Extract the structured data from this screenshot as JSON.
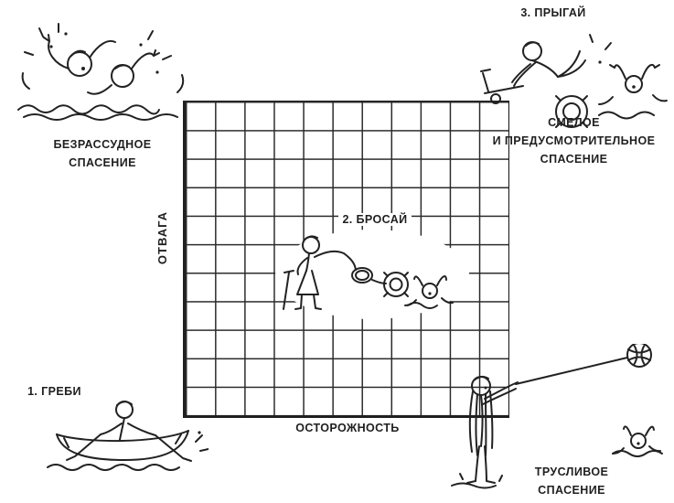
{
  "canvas": {
    "background": "#ffffff",
    "ink": "#1f1f1f"
  },
  "axes": {
    "y_label": "ОТВАГА",
    "x_label": "ОСТОРОЖНОСТЬ",
    "grid_columns": 11,
    "grid_rows": 11
  },
  "scenes": {
    "top_left": {
      "caption_line1": "БЕЗРАССУДНОЕ",
      "caption_line2": "СПАСЕНИЕ",
      "illustration": "two-panicked-swimmers-splashing"
    },
    "top_right": {
      "step_label": "3. ПРЫГАЙ",
      "caption_line1": "СМЕЛОЕ",
      "caption_line2": "И ПРЕДУСМОТРИТЕЛЬНОЕ",
      "caption_line3": "СПАСЕНИЕ",
      "illustration": "diver-jumping-with-life-ring-toward-drowning-man"
    },
    "center": {
      "step_label": "2. БРОСАЙ",
      "illustration": "rescuer-throwing-rope-and-life-ring-to-drowning-man"
    },
    "bottom_left": {
      "step_label": "1. ГРЕБИ",
      "illustration": "rescuer-rowing-boat"
    },
    "bottom_right": {
      "caption_line1": "ТРУСЛИВОЕ",
      "caption_line2": "СПАСЕНИЕ",
      "illustration": "long-haired-rescuer-extending-pole-with-net"
    }
  }
}
